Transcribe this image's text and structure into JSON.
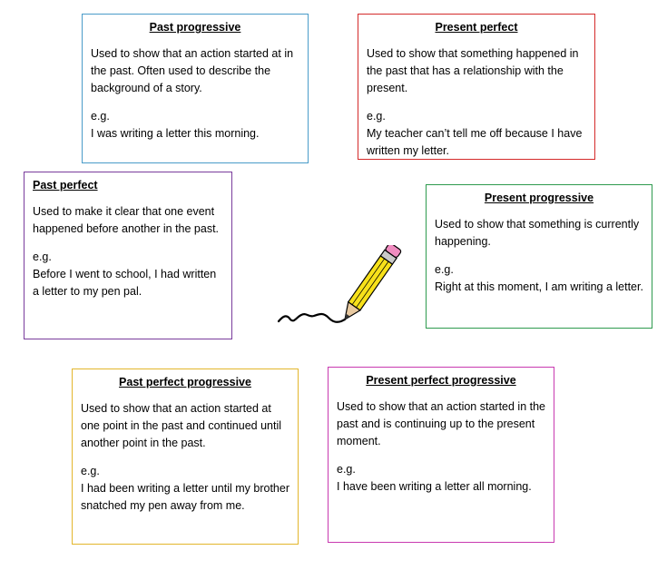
{
  "colors": {
    "past_progressive": "#4a9cc9",
    "present_perfect": "#d42a2a",
    "past_perfect": "#7a3c9c",
    "present_progressive": "#2e9a4e",
    "past_perfect_progressive": "#e3b62c",
    "present_perfect_progressive": "#c83ab0"
  },
  "cards": {
    "past_progressive": {
      "title": "Past progressive",
      "description": "Used to show that an action started at in the past. Often used to describe the background of a story.",
      "eg": "e.g.",
      "example": "I was writing a letter this morning."
    },
    "present_perfect": {
      "title": "Present perfect",
      "description": "Used to show that something happened in the past that has a relationship with the present.",
      "eg": "e.g.",
      "example": "My teacher can’t tell me off because I have written my letter."
    },
    "past_perfect": {
      "title": "Past perfect",
      "description": "Used to make it clear that one event happened before another in the past.",
      "eg": "e.g.",
      "example": "Before I went to school, I had written a letter to my pen pal."
    },
    "present_progressive": {
      "title": "Present progressive",
      "description": "Used to show that something is currently happening.",
      "eg": "e.g.",
      "example": "Right at this moment, I am writing a letter."
    },
    "past_perfect_progressive": {
      "title": "Past perfect progressive",
      "description": "Used to show that an action started at one point in the past and continued until another point in the past.",
      "eg": "e.g.",
      "example": "I had been writing a letter until my brother snatched my pen away from me."
    },
    "present_perfect_progressive": {
      "title": "Present perfect progressive",
      "description": "Used to show that an action started in the past and is continuing up to the present moment.",
      "eg": "e.g.",
      "example": "I have been writing a letter all morning."
    }
  },
  "illustration": {
    "icon": "pencil-icon"
  }
}
